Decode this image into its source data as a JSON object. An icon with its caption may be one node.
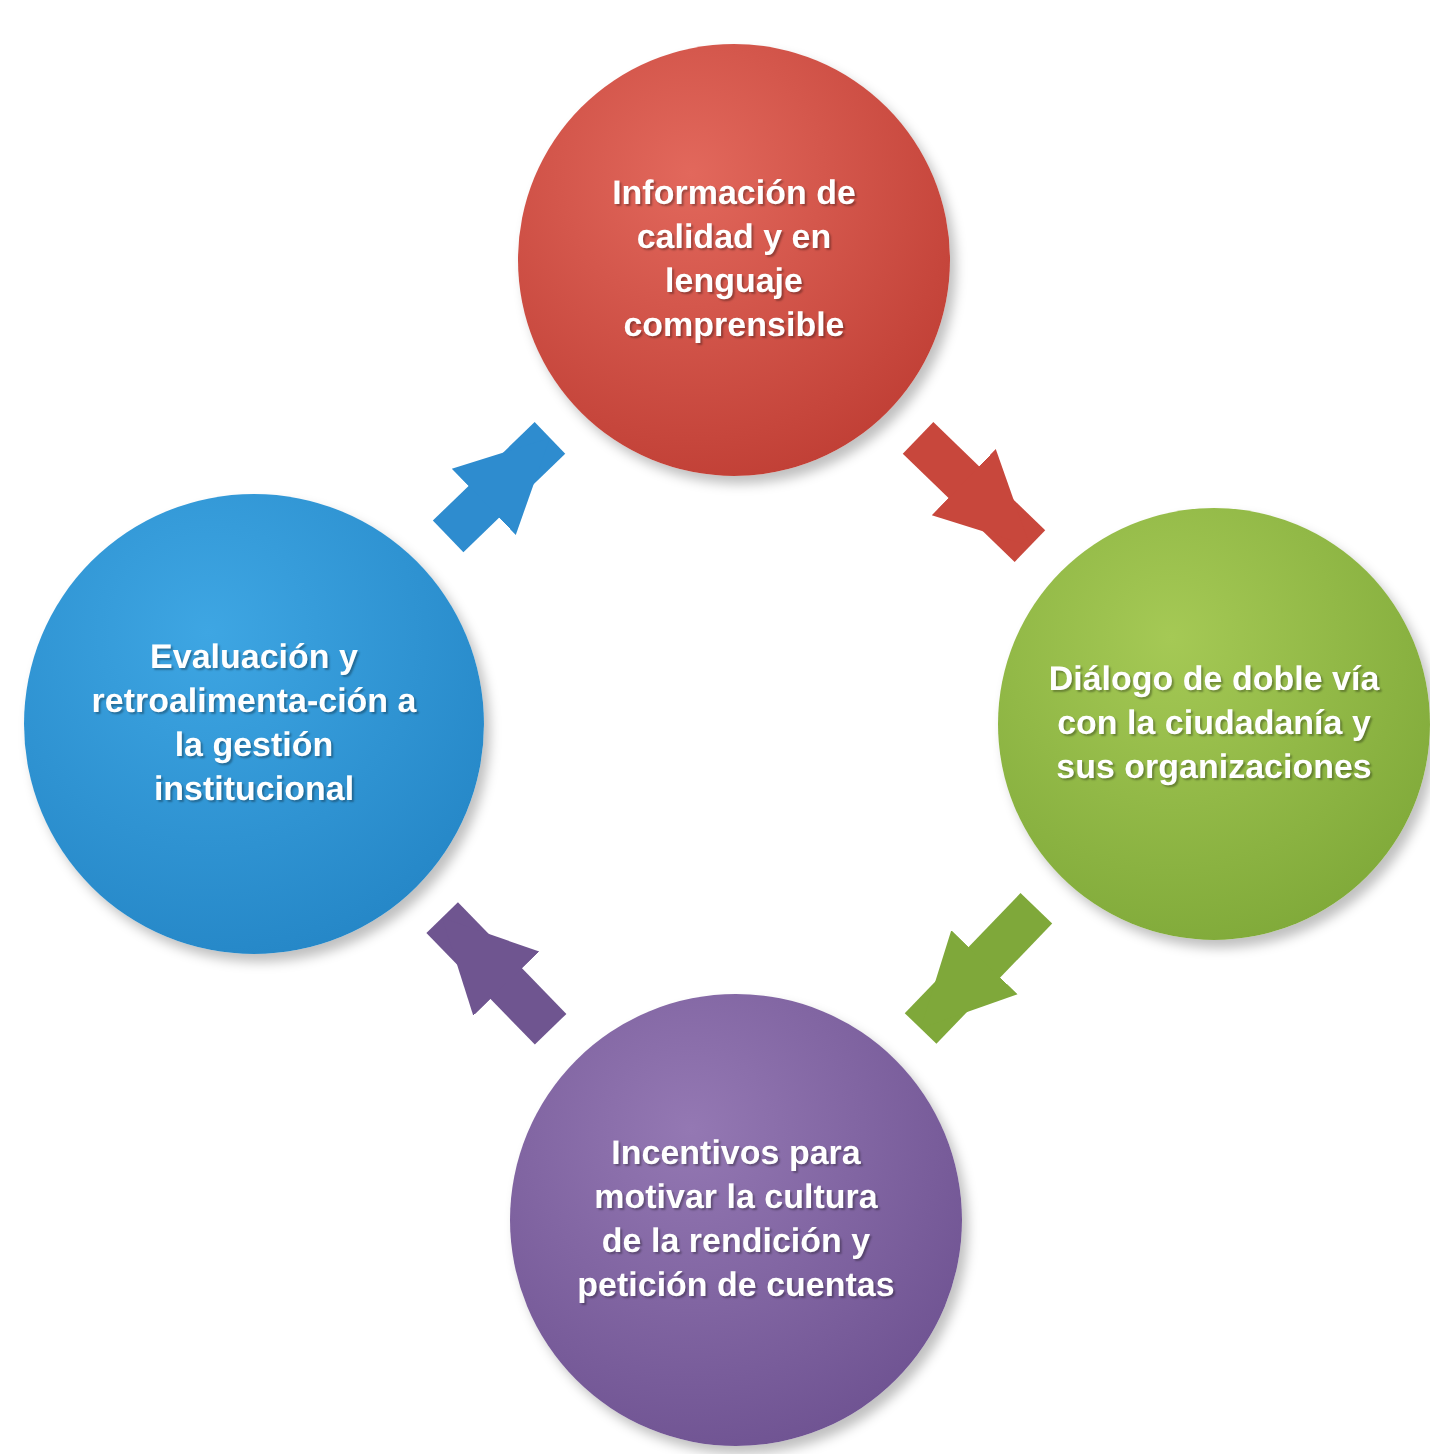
{
  "diagram": {
    "nodes": [
      {
        "text": [
          "Información de calidad y en lenguaje comprensible"
        ]
      },
      {
        "text": [
          "Diálogo de doble vía con la ciudadanía y sus organizaciones"
        ]
      },
      {
        "text": [
          "Incentivos para motivar la cultura de la rendición y petición de cuentas"
        ]
      },
      {
        "text": [
          "Evaluación y retroalimenta-ción a la gestión institucional"
        ]
      }
    ],
    "edges": [
      {
        "from": 0,
        "to": 1,
        "arrow": "to",
        "color": "#c8473c"
      },
      {
        "from": 1,
        "to": 2,
        "arrow": "to",
        "color": "#7fa83a"
      },
      {
        "from": 2,
        "to": 3,
        "arrow": "to",
        "color": "#6f5590"
      },
      {
        "from": 3,
        "to": 0,
        "arrow": "to",
        "color": "#2e8ccf"
      }
    ]
  }
}
